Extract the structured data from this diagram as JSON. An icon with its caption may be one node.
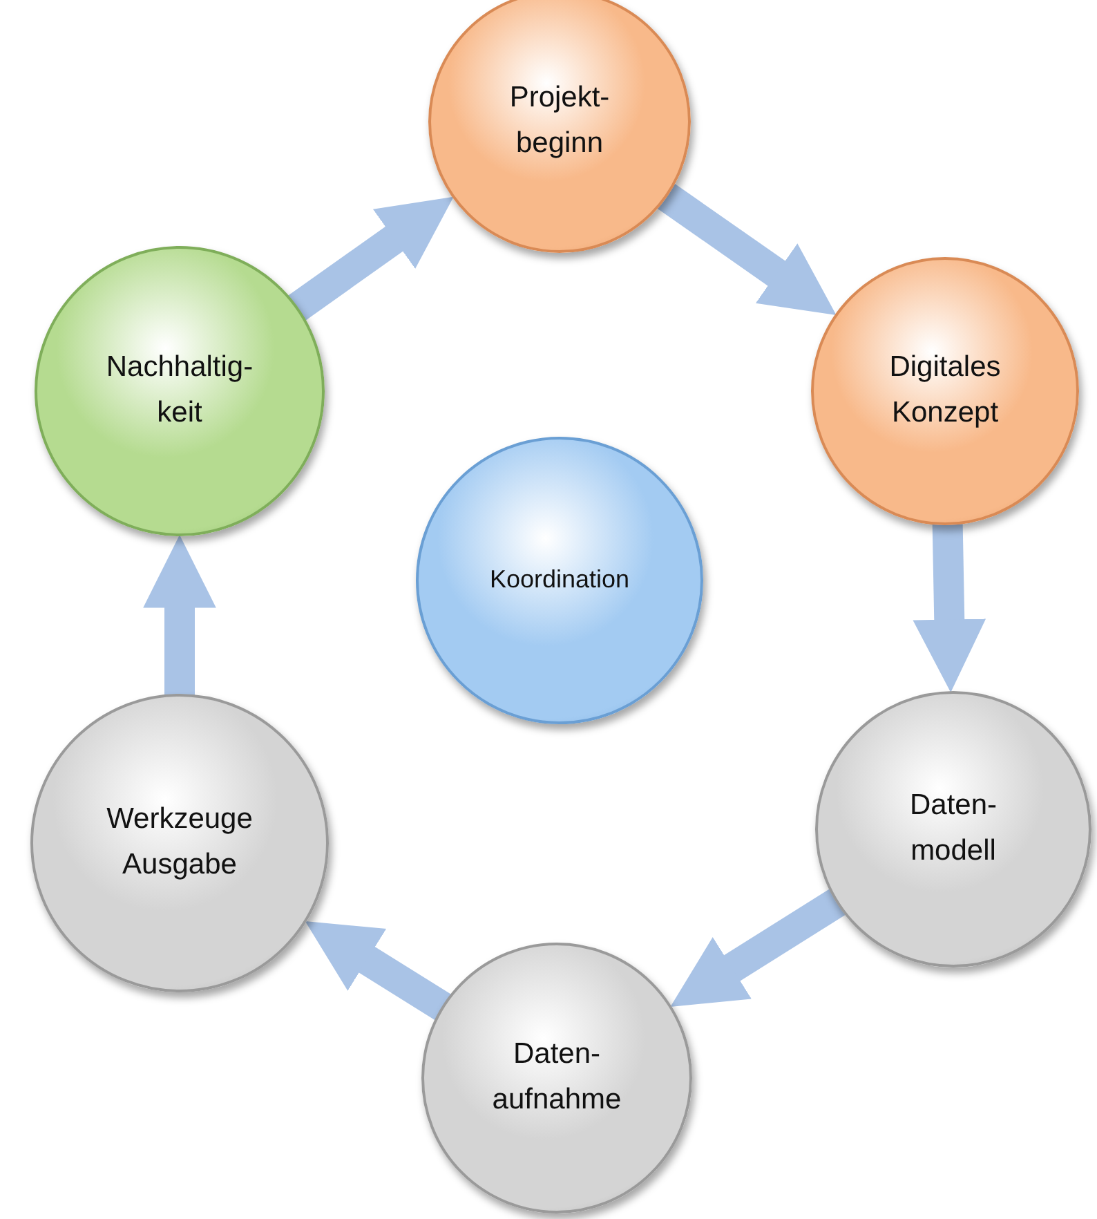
{
  "diagram": {
    "nodes": [
      {
        "text": [
          "Projekt- beginn"
        ]
      },
      {
        "text": [
          "Digitales Konzept"
        ]
      },
      {
        "text": [
          "Daten- modell"
        ]
      },
      {
        "text": [
          "Daten- aufnahme"
        ]
      },
      {
        "text": [
          "Werkzeuge Ausgabe"
        ]
      },
      {
        "text": [
          "Nachhaltig- keit"
        ]
      },
      {
        "text": [
          "Koordination"
        ]
      }
    ],
    "edges": [
      {
        "from": 5,
        "to": 0,
        "arrow": "to"
      },
      {
        "from": 0,
        "to": 1,
        "arrow": "to"
      },
      {
        "from": 1,
        "to": 2,
        "arrow": "to"
      },
      {
        "from": 2,
        "to": 3,
        "arrow": "to"
      },
      {
        "from": 3,
        "to": 4,
        "arrow": "to"
      },
      {
        "from": 4,
        "to": 5,
        "arrow": "to"
      }
    ]
  }
}
